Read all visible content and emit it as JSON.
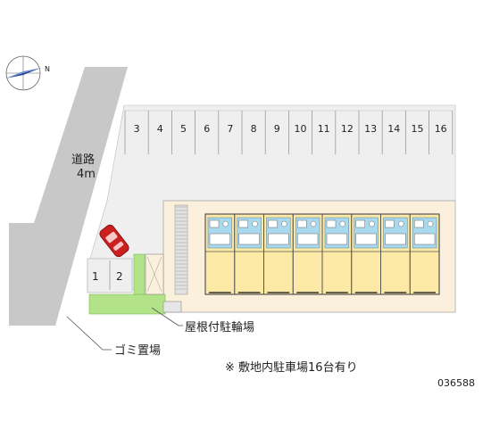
{
  "compass": {
    "north_label": "N"
  },
  "road": {
    "name": "道路",
    "width": "4m"
  },
  "parking": {
    "main_spaces": [
      "3",
      "4",
      "5",
      "6",
      "7",
      "8",
      "9",
      "10",
      "11",
      "12",
      "13",
      "14",
      "15",
      "16"
    ],
    "side_spaces": [
      "1",
      "2"
    ]
  },
  "labels": {
    "bicycle_shelter": "屋根付駐輪場",
    "garbage": "ゴミ置場",
    "note": "※ 敷地内駐車場16台有り",
    "ref_code": "036588"
  },
  "colors": {
    "road": "#c8c8c8",
    "parking_lot": "#f0f0f0",
    "building_floor": "#fde9a6",
    "unit_wetarea": "#a9d9ee",
    "green": "#b3e389",
    "site_beige": "#faf0dc",
    "car": "#cc1f1f"
  }
}
